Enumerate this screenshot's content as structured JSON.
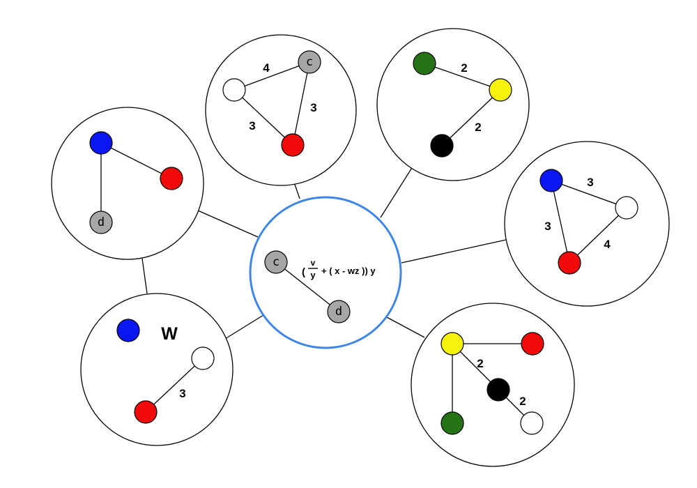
{
  "colors": {
    "blue": "#0a17f0",
    "red": "#f00a0a",
    "gray": "#a6a6a6",
    "white": "#ffffff",
    "green": "#267316",
    "yellow": "#f7f20a",
    "black": "#000000",
    "center_outline": "#3d85e6"
  },
  "center": {
    "nodes": [
      {
        "label": "c",
        "color": "gray"
      },
      {
        "label": "d",
        "color": "gray"
      }
    ],
    "formula": {
      "open": "(",
      "numerator": "v",
      "denominator": "y",
      "rest": "+ ( x - wz )) y"
    }
  },
  "graphs": [
    {
      "id": "top-left",
      "nodes": [
        {
          "label": "",
          "color": "blue"
        },
        {
          "label": "",
          "color": "red"
        },
        {
          "label": "d",
          "color": "gray"
        }
      ],
      "edges": [
        {
          "weight": ""
        },
        {
          "weight": ""
        }
      ]
    },
    {
      "id": "top",
      "nodes": [
        {
          "label": "",
          "color": "white"
        },
        {
          "label": "c",
          "color": "gray"
        },
        {
          "label": "",
          "color": "red"
        }
      ],
      "edges": [
        {
          "weight": "4"
        },
        {
          "weight": "3"
        },
        {
          "weight": "3"
        }
      ]
    },
    {
      "id": "top-right",
      "nodes": [
        {
          "label": "",
          "color": "green"
        },
        {
          "label": "",
          "color": "yellow"
        },
        {
          "label": "",
          "color": "black"
        }
      ],
      "edges": [
        {
          "weight": "2"
        },
        {
          "weight": "2"
        }
      ]
    },
    {
      "id": "right",
      "nodes": [
        {
          "label": "",
          "color": "blue"
        },
        {
          "label": "",
          "color": "white"
        },
        {
          "label": "",
          "color": "red"
        }
      ],
      "edges": [
        {
          "weight": "3"
        },
        {
          "weight": "3"
        },
        {
          "weight": "4"
        }
      ]
    },
    {
      "id": "bottom-right",
      "nodes": [
        {
          "label": "",
          "color": "yellow"
        },
        {
          "label": "",
          "color": "red"
        },
        {
          "label": "",
          "color": "black"
        },
        {
          "label": "",
          "color": "white"
        },
        {
          "label": "",
          "color": "green"
        }
      ],
      "edges": [
        {
          "weight": ""
        },
        {
          "weight": "2"
        },
        {
          "weight": "2"
        },
        {
          "weight": ""
        }
      ]
    },
    {
      "id": "bottom-left",
      "title": "W",
      "nodes": [
        {
          "label": "",
          "color": "blue"
        },
        {
          "label": "",
          "color": "white"
        },
        {
          "label": "",
          "color": "red"
        }
      ],
      "edges": [
        {
          "weight": "3"
        }
      ]
    }
  ]
}
